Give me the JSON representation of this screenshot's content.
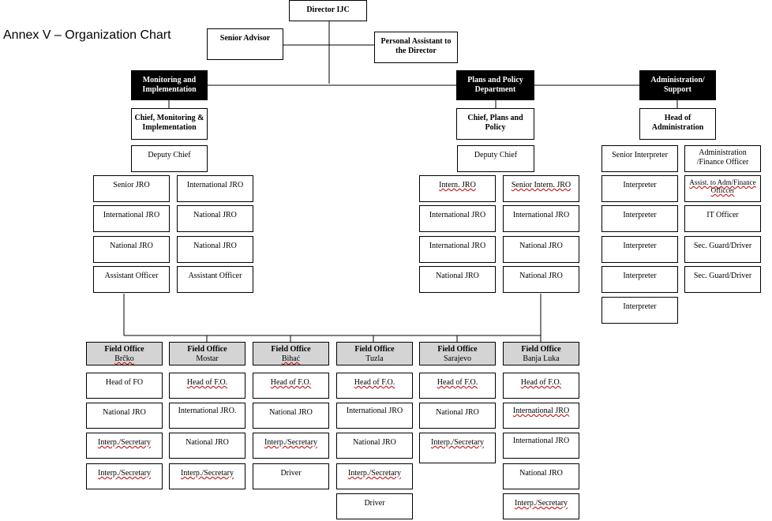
{
  "title": "Annex V – Organization Chart",
  "top": {
    "director": "Director IJC",
    "senior_advisor": "Senior Advisor",
    "personal_assistant": "Personal Assistant to the Director"
  },
  "departments": {
    "monitoring": "Monitoring and Implementation",
    "plans": "Plans and Policy Department",
    "admin": "Administration/ Support"
  },
  "chiefs": {
    "monitoring": "Chief, Monitoring & Implementation",
    "plans": "Chief, Plans and Policy",
    "admin": "Head of Administration"
  },
  "deputies": {
    "monitoring": "Deputy Chief",
    "plans": "Deputy Chief"
  },
  "monitoring_staff": {
    "left": [
      "Senior JRO",
      "International JRO",
      "National JRO",
      "Assistant Officer"
    ],
    "right": [
      "International JRO",
      "National JRO",
      "National JRO",
      "Assistant Officer"
    ]
  },
  "plans_staff": {
    "left": [
      "Intern. JRO",
      "International JRO",
      "International JRO",
      "National JRO"
    ],
    "right": [
      "Senior Intern. JRO",
      "International JRO",
      "National JRO",
      "National JRO"
    ]
  },
  "admin_staff": {
    "left": [
      "Senior Interpreter",
      "Interpreter",
      "Interpreter",
      "Interpreter",
      "Interpreter",
      "Interpreter"
    ],
    "right": [
      "Administration /Finance Officer",
      "Assist. to Adm/Finance Officcer",
      "IT Officer",
      "Sec. Guard/Driver",
      "Sec. Guard/Driver"
    ]
  },
  "field_office_label": "Field Office",
  "field_offices": [
    {
      "name": "Brčko",
      "staff": [
        "Head of FO",
        "National JRO",
        "Interp./Secretary",
        "Interp./Secretary"
      ]
    },
    {
      "name": "Mostar",
      "staff": [
        "Head of F.O.",
        "International JRO.",
        "National JRO",
        "Interp./Secretary"
      ]
    },
    {
      "name": "Bihać",
      "staff": [
        "Head of F.O.",
        "National JRO",
        "Interp./Secretary",
        "Driver"
      ]
    },
    {
      "name": "Tuzla",
      "staff": [
        "Head of F.O.",
        "International JRO",
        "National JRO",
        "Interp./Secretary",
        "Driver"
      ]
    },
    {
      "name": "Sarajevo",
      "staff": [
        "Head of F.O.",
        "National JRO",
        "Interp./Secretary"
      ]
    },
    {
      "name": "Banja Luka",
      "staff": [
        "Head of F.O.",
        "International JRO",
        "International JRO",
        "National JRO",
        "Interp./Secretary"
      ]
    }
  ]
}
